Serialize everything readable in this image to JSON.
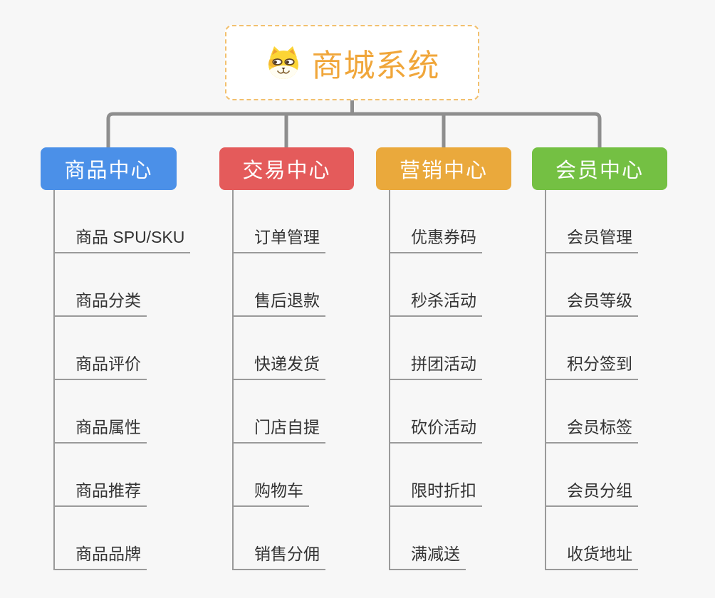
{
  "root": {
    "label": "商城系统",
    "icon": "dog-face-icon",
    "text_color": "#f0a63a",
    "border_color": "#f2c06e"
  },
  "branches": [
    {
      "label": "商品中心",
      "color": "#4b90e8",
      "children": [
        "商品 SPU/SKU",
        "商品分类",
        "商品评价",
        "商品属性",
        "商品推荐",
        "商品品牌"
      ]
    },
    {
      "label": "交易中心",
      "color": "#e45b5b",
      "children": [
        "订单管理",
        "售后退款",
        "快递发货",
        "门店自提",
        "购物车",
        "销售分佣"
      ]
    },
    {
      "label": "营销中心",
      "color": "#eaa93c",
      "children": [
        "优惠券码",
        "秒杀活动",
        "拼团活动",
        "砍价活动",
        "限时折扣",
        "满减送"
      ]
    },
    {
      "label": "会员中心",
      "color": "#74c043",
      "children": [
        "会员管理",
        "会员等级",
        "积分签到",
        "会员标签",
        "会员分组",
        "收货地址"
      ]
    }
  ],
  "colors": {
    "background": "#f7f7f7",
    "trunk_connector": "#8e8e8e",
    "child_line": "#9a9a9a",
    "child_text": "#333333"
  }
}
